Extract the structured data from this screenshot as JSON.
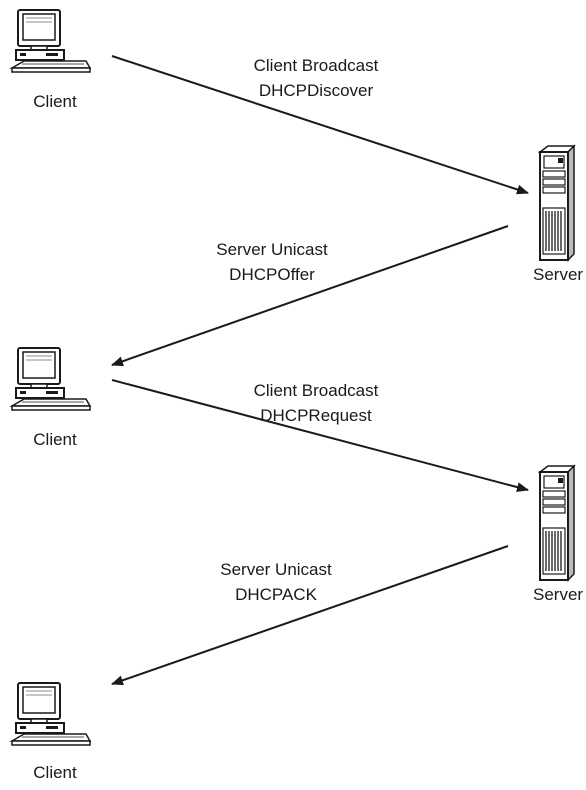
{
  "clients": [
    {
      "label": "Client",
      "icon": "desktop-computer-icon"
    },
    {
      "label": "Client",
      "icon": "desktop-computer-icon"
    },
    {
      "label": "Client",
      "icon": "desktop-computer-icon"
    }
  ],
  "servers": [
    {
      "label": "Server",
      "icon": "tower-server-icon"
    },
    {
      "label": "Server",
      "icon": "tower-server-icon"
    }
  ],
  "messages": [
    {
      "line1": "Client Broadcast",
      "line2": "DHCPDiscover"
    },
    {
      "line1": "Server Unicast",
      "line2": "DHCPOffer"
    },
    {
      "line1": "Client Broadcast",
      "line2": "DHCPRequest"
    },
    {
      "line1": "Server Unicast",
      "line2": "DHCPACK"
    }
  ],
  "colors": {
    "stroke": "#1a1a1a",
    "fill_light": "#ffffff",
    "fill_dark": "#1a1a1a"
  }
}
